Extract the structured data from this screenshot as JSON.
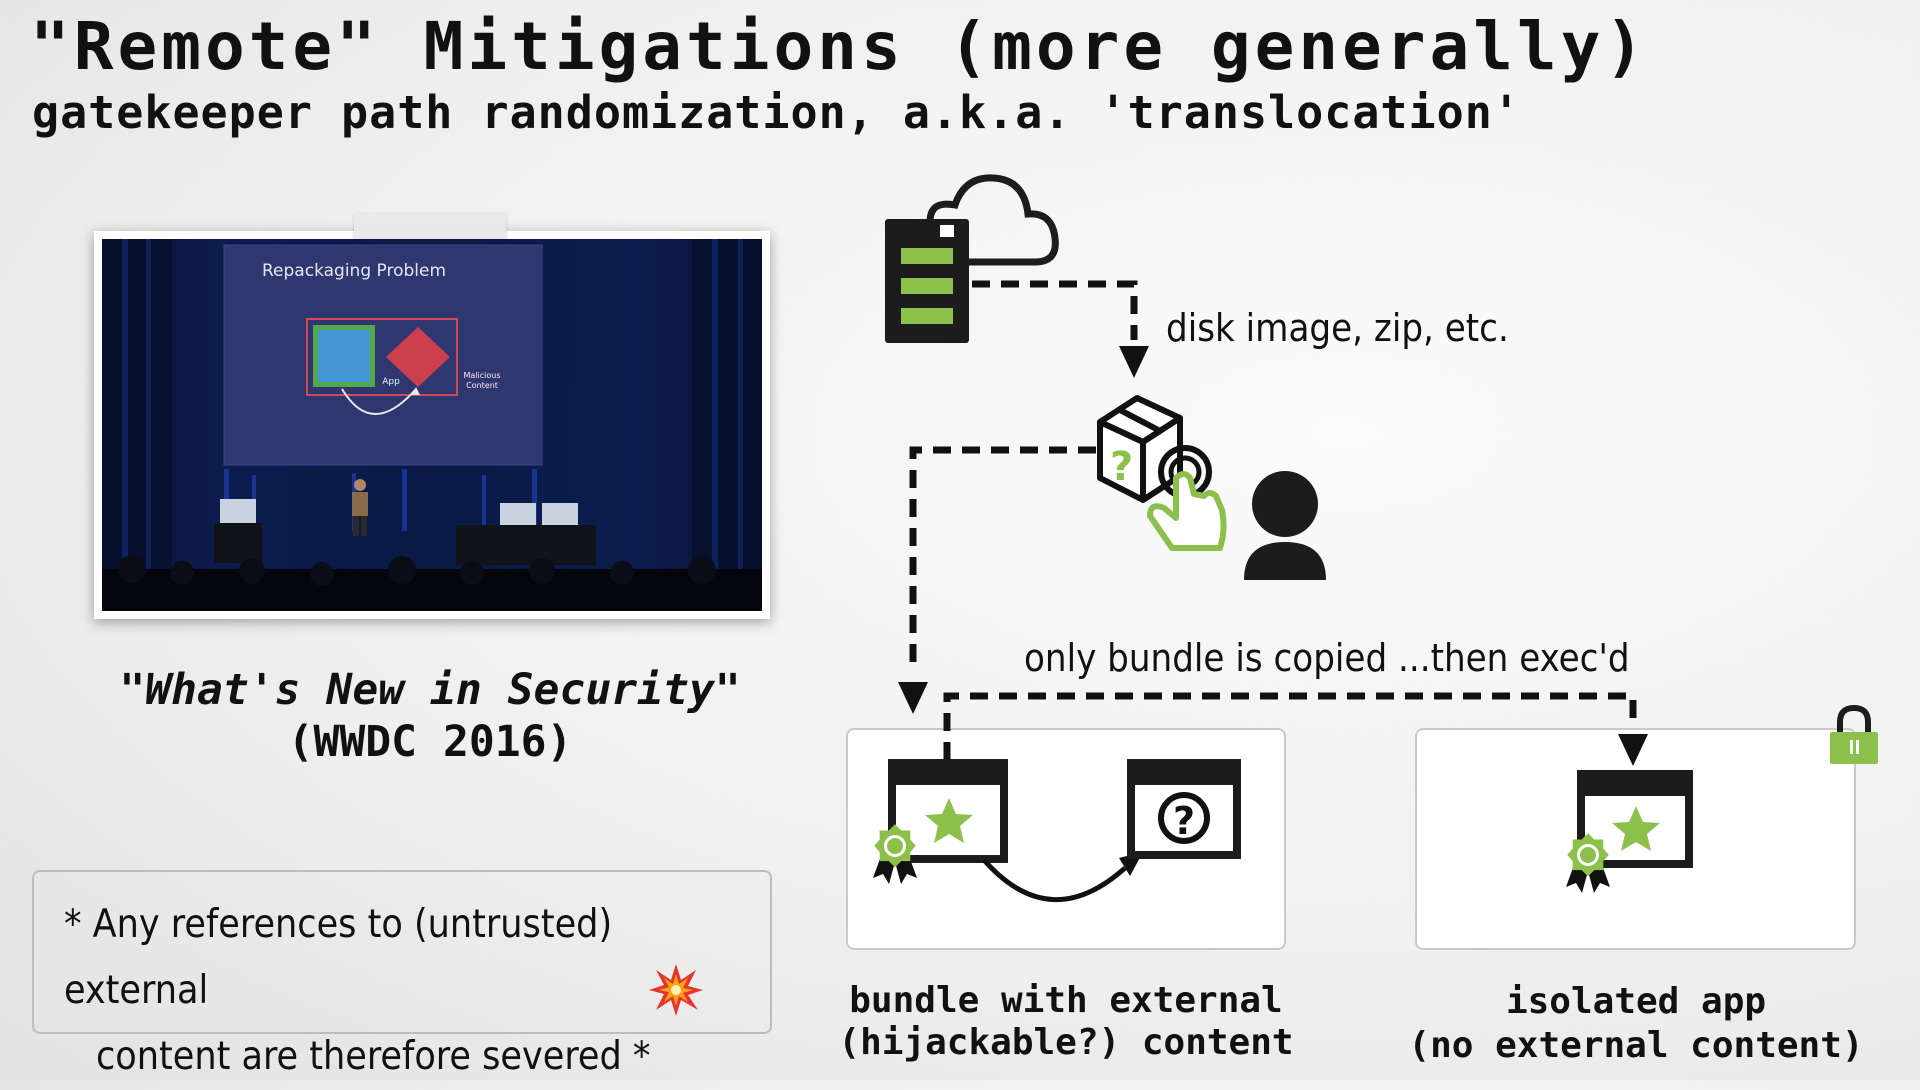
{
  "slide": {
    "title": "\"Remote\" Mitigations (more generally)",
    "subtitle": "gatekeeper path randomization, a.k.a. 'translocation'"
  },
  "photo": {
    "screen_caption": "Repackaging Problem",
    "app_label": "App",
    "malicious_line1": "Malicious",
    "malicious_line2": "Content"
  },
  "video": {
    "title": "\"What's New in Security\"",
    "subtitle": "(WWDC 2016)"
  },
  "note": {
    "line1": "* Any references to (untrusted) external",
    "line2": "content are therefore severed *"
  },
  "diagram": {
    "download_label": "disk image, zip, etc.",
    "copy_label": "only bundle is copied ...then exec'd",
    "left_label_line1": "bundle with external",
    "left_label_line2": "(hijackable?) content",
    "right_label_line1": "isolated app",
    "right_label_line2": "(no external content)",
    "icons": [
      "server-icon",
      "cloud-icon",
      "package-icon",
      "question-mark-icon",
      "pointer-hand-icon",
      "user-icon",
      "app-window-icon",
      "star-icon",
      "certificate-badge-icon",
      "lock-icon",
      "explosion-icon"
    ]
  },
  "colors": {
    "accent_green": "#8dc04a",
    "dark": "#1c1c1c",
    "red_diamond": "#cc3f4c",
    "blue_box": "#4596d6"
  }
}
